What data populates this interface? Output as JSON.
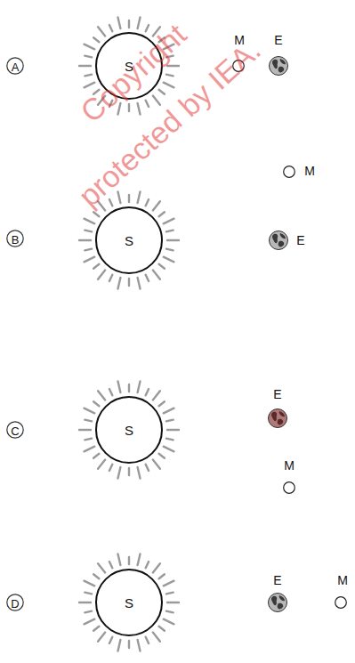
{
  "diagram": {
    "nodes": [
      {
        "text": [
          "A"
        ]
      },
      {
        "text": [
          "S"
        ]
      },
      {
        "text": [
          "M"
        ]
      },
      {
        "text": [
          "E"
        ]
      },
      {
        "text": [
          "B"
        ]
      },
      {
        "text": [
          "S"
        ]
      },
      {
        "text": [
          "M"
        ]
      },
      {
        "text": [
          "E"
        ]
      },
      {
        "text": [
          "C"
        ]
      },
      {
        "text": [
          "S"
        ]
      },
      {
        "text": [
          "E"
        ]
      },
      {
        "text": [
          "M"
        ]
      },
      {
        "text": [
          "D"
        ]
      },
      {
        "text": [
          "S"
        ]
      },
      {
        "text": [
          "E"
        ]
      },
      {
        "text": [
          "M"
        ]
      }
    ],
    "labels": [
      "Copyright",
      "protected by IEA."
    ]
  }
}
